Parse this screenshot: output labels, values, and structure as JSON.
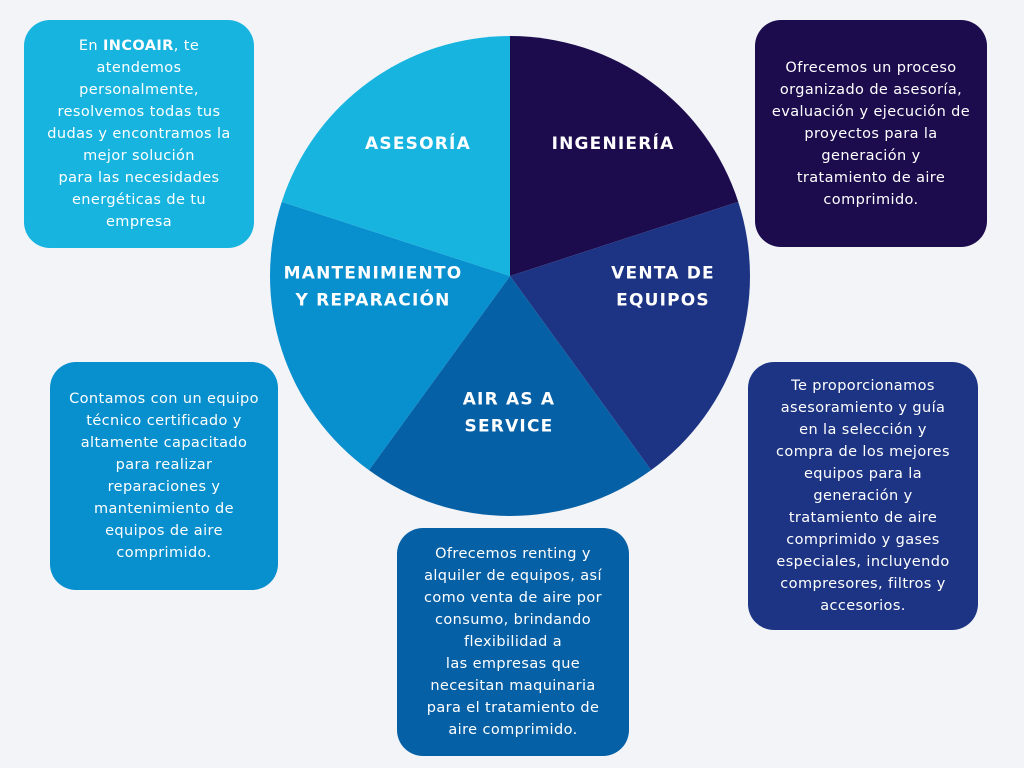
{
  "colors": {
    "background": "#f2f4f8",
    "asesoria": "#18b4e0",
    "ingenieria": "#1c0c4e",
    "venta": "#1c3483",
    "service": "#0660a6",
    "mantenimiento": "#078fce"
  },
  "pie": {
    "segments": [
      {
        "key": "ingenieria",
        "label_lines": [
          "INGENIERÍA"
        ]
      },
      {
        "key": "venta",
        "label_lines": [
          "VENTA DE",
          "EQUIPOS"
        ]
      },
      {
        "key": "service",
        "label_lines": [
          "AIR AS A",
          "SERVICE"
        ]
      },
      {
        "key": "mantenimiento",
        "label_lines": [
          "MANTENIMIENTO",
          "Y REPARACIÓN"
        ]
      },
      {
        "key": "asesoria",
        "label_lines": [
          "ASESORÍA"
        ]
      }
    ]
  },
  "cards": {
    "asesoria": {
      "line1_prefix": "En ",
      "line1_brand": "INCOAIR",
      "line1_suffix": ", te",
      "lines": [
        "atendemos",
        "personalmente,",
        "resolvemos todas tus",
        "dudas y encontramos la",
        "mejor solución",
        "para las necesidades",
        "energéticas de tu",
        "empresa"
      ]
    },
    "ingenieria": {
      "lines": [
        "Ofrecemos un proceso",
        "organizado de asesoría,",
        "evaluación y ejecución de",
        "proyectos para la",
        "generación y",
        "tratamiento de aire",
        "comprimido."
      ]
    },
    "mantenimiento": {
      "lines": [
        "Contamos con un equipo",
        "técnico certificado y",
        "altamente capacitado",
        "para realizar",
        "reparaciones y",
        "mantenimiento de",
        "equipos de aire",
        "comprimido."
      ]
    },
    "service": {
      "lines": [
        "Ofrecemos renting y",
        "alquiler de equipos, así",
        "como venta de aire por",
        "consumo, brindando",
        "flexibilidad a",
        "las empresas que",
        "necesitan maquinaria",
        "para el tratamiento de",
        "aire comprimido."
      ]
    },
    "venta": {
      "lines": [
        "Te proporcionamos",
        "asesoramiento y guía",
        "en la selección y",
        "compra de los mejores",
        "equipos para la",
        "generación y",
        "tratamiento de aire",
        "comprimido y gases",
        "especiales, incluyendo",
        "compresores, filtros y",
        "accesorios."
      ]
    }
  }
}
